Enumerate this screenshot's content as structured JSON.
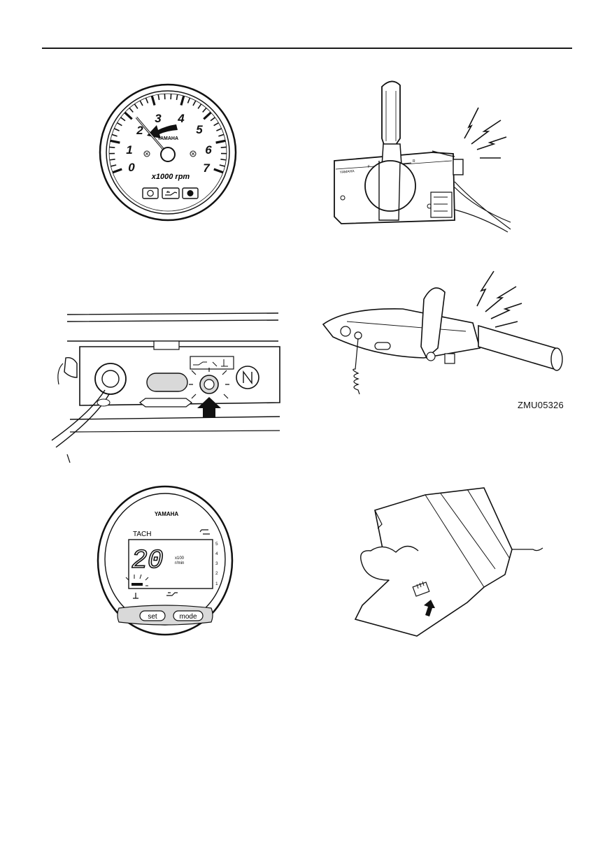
{
  "figure_code": "ZMU05326",
  "tachometer": {
    "brand": "YAMAHA",
    "unit": "x1000 rpm",
    "dial_numbers": [
      "0",
      "1",
      "2",
      "3",
      "4",
      "5",
      "6",
      "7"
    ],
    "warning_icons": [
      "check-engine-icon",
      "oil-can-icon",
      "overheat-icon"
    ]
  },
  "remote_control": {
    "brand_text": "YAMAHA",
    "shift_marks": [
      "F",
      "N",
      "R"
    ]
  },
  "digital_meter": {
    "brand": "YAMAHA",
    "mode_label": "TACH",
    "reading": "20",
    "unit_top": "x100",
    "unit_bottom": "r/min",
    "scale": [
      "5",
      "4",
      "3",
      "2",
      "1"
    ],
    "buttons": {
      "set": "set",
      "mode": "mode"
    }
  },
  "colors": {
    "ink": "#111111",
    "paper": "#ffffff",
    "fill": "#d9d9d9"
  }
}
